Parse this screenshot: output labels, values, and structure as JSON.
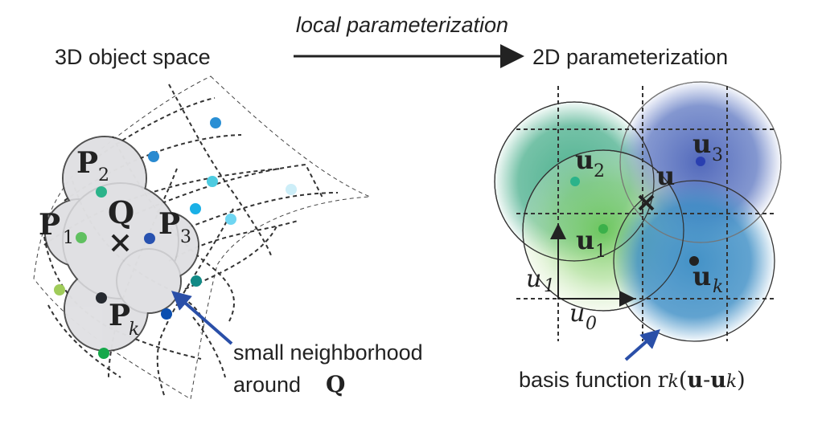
{
  "header": {
    "arrow_label": "local parameterization",
    "left_title": "3D object space",
    "right_title": "2D parameterization"
  },
  "left": {
    "labels": {
      "q": "Q",
      "p": "P",
      "p1_sub": "1",
      "p2_sub": "2",
      "p3_sub": "3",
      "pk_sub": "k"
    },
    "annotation_line1": "small neighborhood",
    "annotation_line2": "around",
    "annotation_q": "Q",
    "point_colors": [
      "#2a8fd4",
      "#2a8ad0",
      "#4dcbe0",
      "#1ab0e6",
      "#6fd6f2",
      "#cdeef8",
      "#2bb38a",
      "#60c060",
      "#2852b0",
      "#a0cc5a",
      "#128a86",
      "#262a30",
      "#0b4fb0",
      "#16a84a"
    ],
    "arrow_color": "#2a4fa8"
  },
  "right": {
    "labels": {
      "u": "u",
      "u1_sub": "1",
      "u2_sub": "2",
      "u3_sub": "3",
      "uk_sub": "k",
      "axis_u0": "u",
      "axis_u0_sub": "0",
      "axis_u1": "u",
      "axis_u1_sub": "1"
    },
    "caption_prefix": "basis function ",
    "caption_r": "r",
    "caption_k": "k",
    "caption_open": "(",
    "caption_u": "u",
    "caption_dash": "-",
    "caption_uk": "u",
    "caption_k2": "k",
    "caption_close": ")",
    "colors": {
      "u2": "#3aa882",
      "u1": "#6cc65a",
      "u3": "#4a62b8",
      "uk": "#3a8cc4"
    }
  }
}
